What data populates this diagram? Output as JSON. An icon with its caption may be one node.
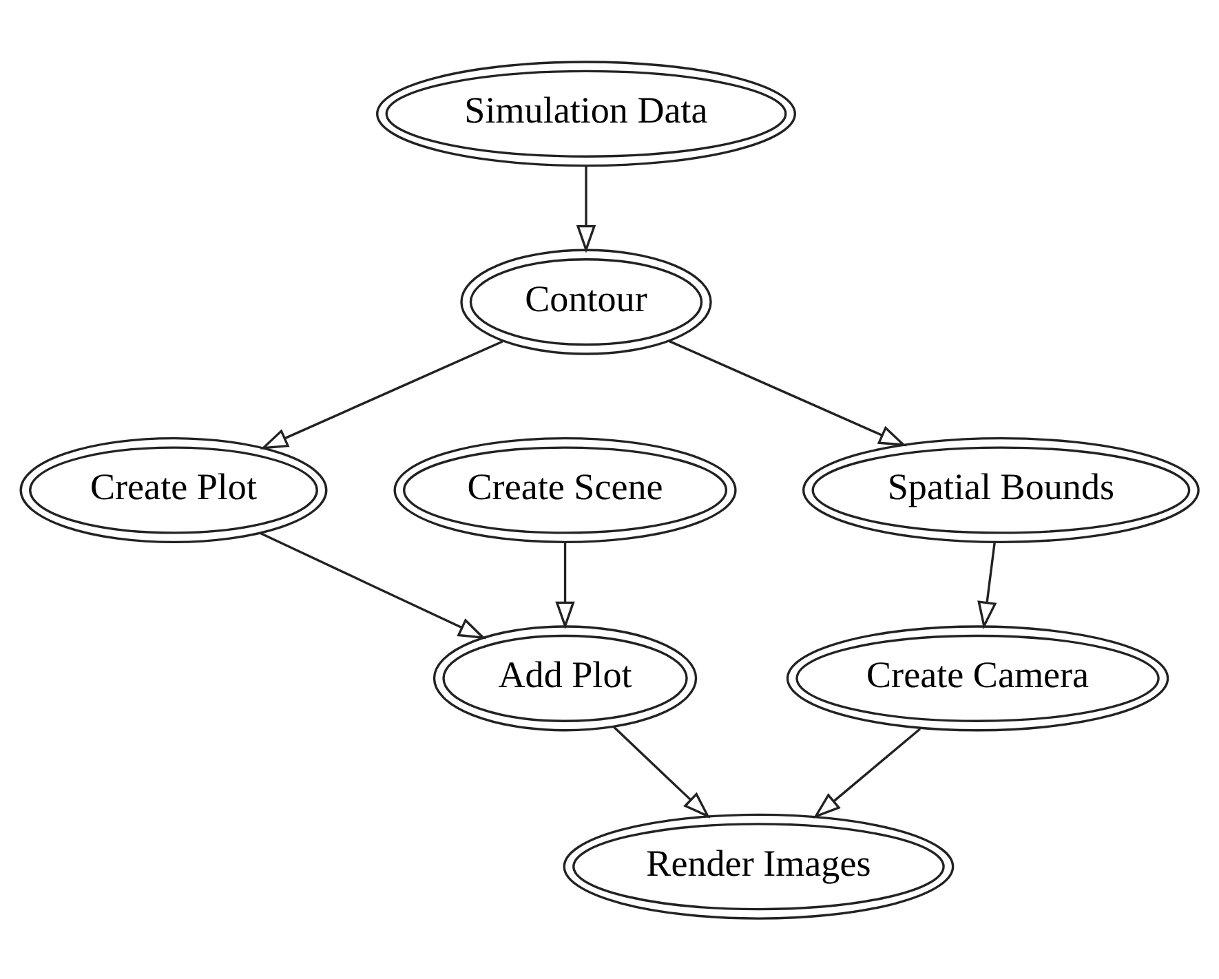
{
  "diagram": {
    "nodes": [
      {
        "text": [
          "Simulation Data"
        ]
      },
      {
        "text": [
          "Contour"
        ]
      },
      {
        "text": [
          "Create Plot"
        ]
      },
      {
        "text": [
          "Create Scene"
        ]
      },
      {
        "text": [
          "Spatial Bounds"
        ]
      },
      {
        "text": [
          "Add Plot"
        ]
      },
      {
        "text": [
          "Create Camera"
        ]
      },
      {
        "text": [
          "Render Images"
        ]
      }
    ],
    "edges": [
      {
        "from": 0,
        "to": 1,
        "arrow": "to"
      },
      {
        "from": 1,
        "to": 2,
        "arrow": "to"
      },
      {
        "from": 1,
        "to": 4,
        "arrow": "to"
      },
      {
        "from": 2,
        "to": 5,
        "arrow": "to"
      },
      {
        "from": 3,
        "to": 5,
        "arrow": "to"
      },
      {
        "from": 4,
        "to": 6,
        "arrow": "to"
      },
      {
        "from": 5,
        "to": 7,
        "arrow": "to"
      },
      {
        "from": 6,
        "to": 7,
        "arrow": "to"
      }
    ]
  }
}
